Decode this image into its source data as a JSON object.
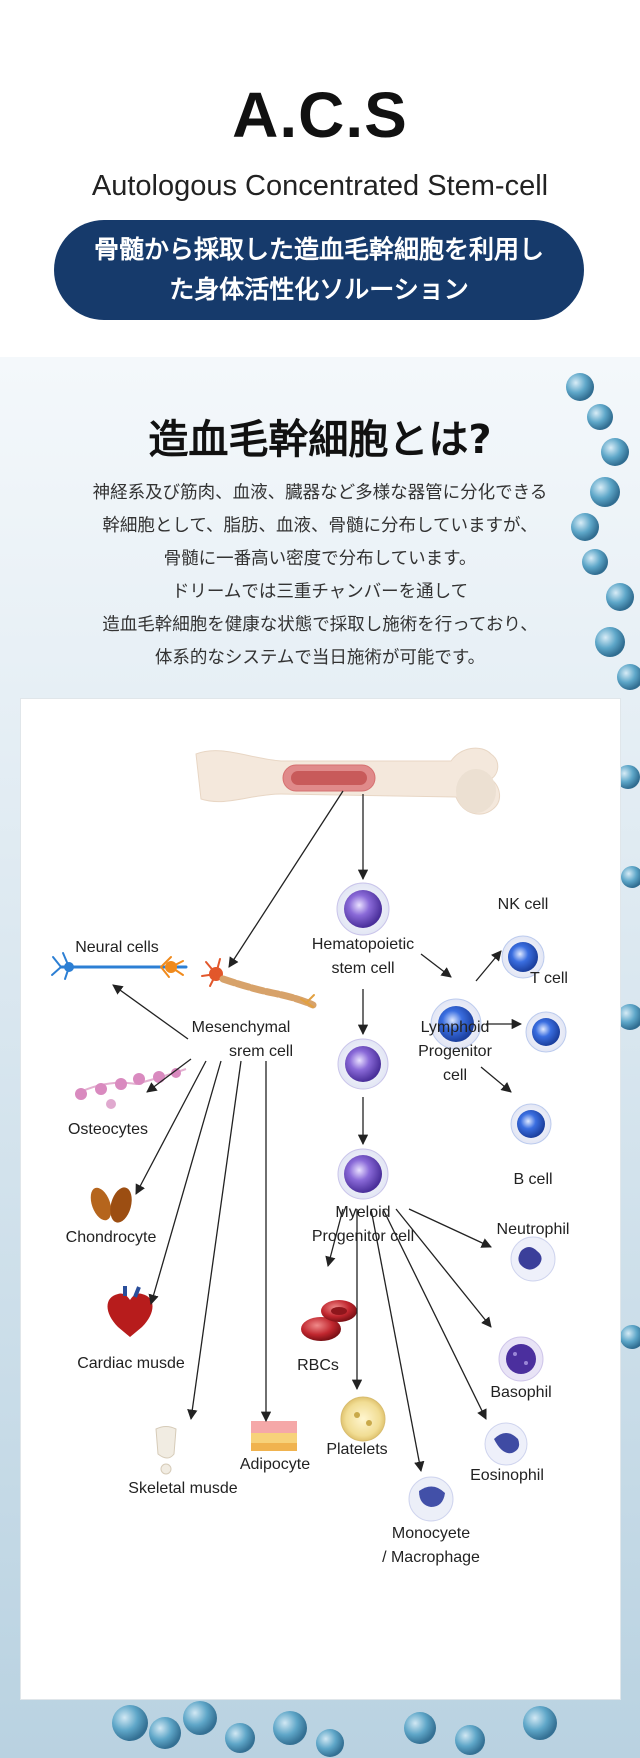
{
  "header": {
    "title": "A.C.S",
    "subtitle": "Autologous Concentrated Stem-cell",
    "pill_line1": "骨髄から採取した造血毛幹細胞を利用し",
    "pill_line2": "た身体活性化ソルーション"
  },
  "section": {
    "title": "造血毛幹細胞とは?",
    "body": [
      "神経系及び筋肉、血液、臓器など多様な器管に分化できる",
      "幹細胞として、脂肪、血液、骨髄に分布していますが、",
      "骨髄に一番高い密度で分布しています。",
      "ドリームでは三重チャンバーを通して",
      "造血毛幹細胞を健康な状態で採取し施術を行っており、",
      "体系的なシステムで当日施術が可能です。"
    ]
  },
  "diagram": {
    "hematopoietic": [
      "Hematopoietic",
      "stem cell"
    ],
    "mesenchymal": [
      "Mesenchymal",
      "srem cell"
    ],
    "neural": "Neural cells",
    "osteocytes": "Osteocytes",
    "chondrocyte": "Chondrocyte",
    "cardiac": "Cardiac musde",
    "skeletal": "Skeletal musde",
    "adipocyte": "Adipocyte",
    "lymphoid": [
      "Lymphoid",
      "Progenitor",
      "cell"
    ],
    "nk": "NK cell",
    "t": "T cell",
    "b": "B cell",
    "myeloid": [
      "Myeloid",
      "Progenitor cell"
    ],
    "neutrophil": "Neutrophil",
    "basophil": "Basophil",
    "eosinophil": "Eosinophil",
    "rbcs": "RBCs",
    "platelets": "Platelets",
    "monocyte": [
      "Monocyete",
      "/ Macrophage"
    ]
  },
  "colors": {
    "navy": "#163a6b",
    "stem_purple": "#7b5cc9",
    "lymph_blue": "#2f5fd0",
    "rbc_red": "#c0262e"
  }
}
